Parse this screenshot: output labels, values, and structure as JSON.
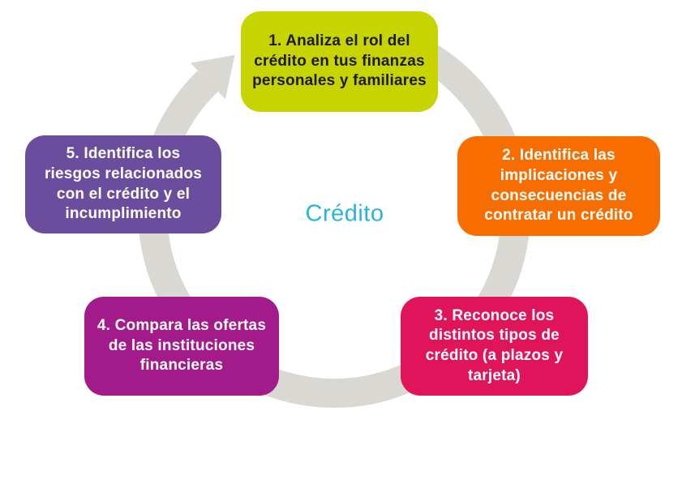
{
  "diagram": {
    "title": "Crédito",
    "title_color": "#29b5da",
    "ring_color": "#d9d8d3",
    "steps": [
      {
        "id": "1",
        "label": "1. Analiza el rol del\ncrédito en tus finanzas\npersonales y familiares",
        "bg": "#c8d400",
        "text_color": "#1a1a1a",
        "position": "top"
      },
      {
        "id": "2",
        "label": "2. Identifica las\nimplicaciones y\nconsecuencias de\ncontratar un crédito",
        "bg": "#f76d00",
        "text_color": "#ffffff",
        "position": "right"
      },
      {
        "id": "3",
        "label": "3. Reconoce los\ndistintos tipos de\ncrédito (a plazos y\ntarjeta)",
        "bg": "#e0145a",
        "text_color": "#ffffff",
        "position": "bottom-right"
      },
      {
        "id": "4",
        "label": "4. Compara las ofertas\nde las instituciones\nfinancieras",
        "bg": "#a31a8b",
        "text_color": "#ffffff",
        "position": "bottom-left"
      },
      {
        "id": "5",
        "label": "5. Identifica los\nriesgos relacionados\ncon el crédito y el\nincumplimiento",
        "bg": "#6b4d9e",
        "text_color": "#ffffff",
        "position": "left"
      }
    ]
  }
}
